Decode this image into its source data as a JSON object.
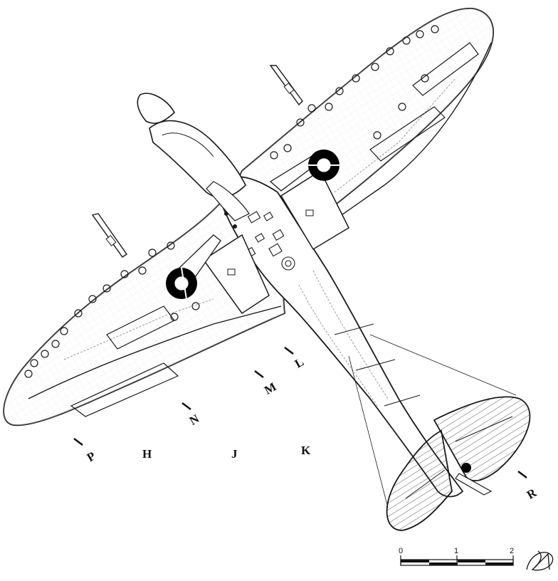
{
  "drawing": {
    "line_color": "#1a1a1a",
    "panel_color": "#9a9a9a",
    "fill_color": "#ffffff",
    "hatch_color": "#c8c8c8",
    "tyre_color": "#000000"
  },
  "callouts": {
    "l": "L",
    "m": "M",
    "n": "N",
    "p": "P",
    "h": "H",
    "j": "J",
    "k": "K",
    "r": "R"
  },
  "scale_bar": {
    "tick_0": "0",
    "tick_1": "1",
    "tick_2": "2"
  }
}
